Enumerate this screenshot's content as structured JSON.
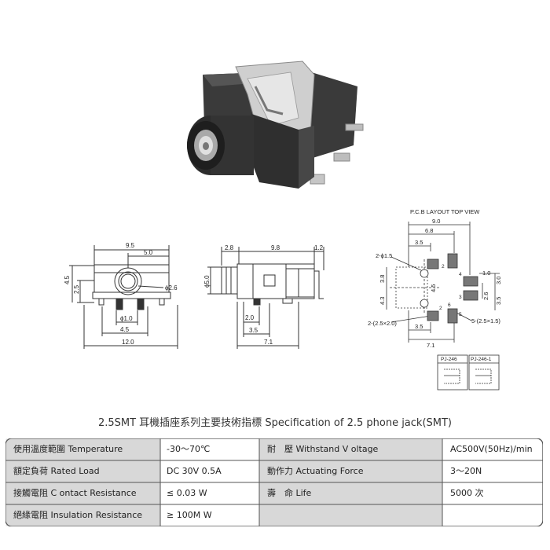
{
  "pcb_layout": {
    "title": "P.C.B LAYOUT   TOP VIEW",
    "dims": [
      "9.0",
      "6.8",
      "3.5",
      "2-ϕ1.5",
      "3.8",
      "4.3",
      "4.5",
      "1.0",
      "3.0",
      "2.6",
      "3.5",
      "2-(2.5×2.0)",
      "5-(2.5×1.5)",
      "3.5",
      "7.1"
    ],
    "pins": [
      "2",
      "4",
      "3",
      "6",
      "2",
      "5"
    ],
    "variants": [
      "PJ-246",
      "PJ-246-1"
    ]
  },
  "front_view": {
    "dims": [
      "9.5",
      "5.0",
      "4.5",
      "2.5",
      "ϕ2.6",
      "ϕ1.0",
      "4.5",
      "12.0"
    ]
  },
  "side_view": {
    "dims": [
      "2.8",
      "9.8",
      "1.2",
      "ϕ5.0",
      "2.0",
      "3.5",
      "7.1"
    ]
  },
  "spec": {
    "title": "2.5SMT   耳機插座系列主要技術指標 Specification of 2.5 phone jack(SMT)",
    "rows": [
      {
        "l_label": "使用溫度範圍 Temperature",
        "l_value": "-30～70℃",
        "r_label": "耐　壓 Withstand V oltage",
        "r_value": "AC500V(50Hz)/min"
      },
      {
        "l_label": "額定負荷  Rated Load",
        "l_value": "DC  30V  0.5A",
        "r_label": "動作力  Actuating Force",
        "r_value": "3～20N"
      },
      {
        "l_label": "接觸電阻  C ontact Resistance",
        "l_value": "≤ 0.03 W",
        "r_label": "壽　命  Life",
        "r_value": "5000 次"
      },
      {
        "l_label": "絕緣電阻  Insulation Resistance",
        "l_value": "≥ 100M W",
        "r_label": "",
        "r_value": ""
      }
    ]
  },
  "colors": {
    "table_header_bg": "#d8d8d8",
    "table_border": "#555555",
    "line": "#333333"
  }
}
